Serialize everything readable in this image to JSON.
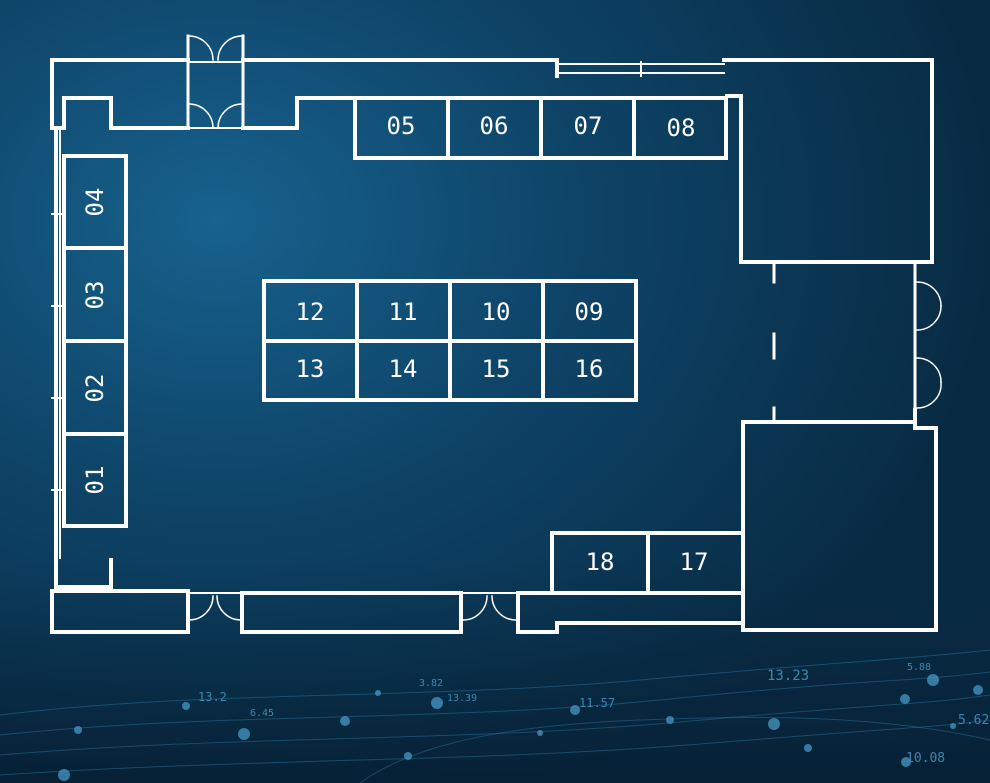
{
  "colors": {
    "background_dark": "#082a42",
    "background_light": "#12577f",
    "walls": "#ffffff",
    "deco": "#3f86ad"
  },
  "booths": [
    {
      "id": "05",
      "label": "05"
    },
    {
      "id": "06",
      "label": "06"
    },
    {
      "id": "07",
      "label": "07"
    },
    {
      "id": "08",
      "label": "08"
    },
    {
      "id": "04",
      "label": "04"
    },
    {
      "id": "03",
      "label": "03"
    },
    {
      "id": "02",
      "label": "02"
    },
    {
      "id": "01",
      "label": "01"
    },
    {
      "id": "12",
      "label": "12"
    },
    {
      "id": "11",
      "label": "11"
    },
    {
      "id": "10",
      "label": "10"
    },
    {
      "id": "09",
      "label": "09"
    },
    {
      "id": "13",
      "label": "13"
    },
    {
      "id": "14",
      "label": "14"
    },
    {
      "id": "15",
      "label": "15"
    },
    {
      "id": "16",
      "label": "16"
    },
    {
      "id": "18",
      "label": "18"
    },
    {
      "id": "17",
      "label": "17"
    }
  ],
  "decorative_numbers": [
    "13.2",
    "6.45",
    "3.82",
    "13.39",
    "11.57",
    "13.23",
    "5.88",
    "5.62",
    "10.08"
  ]
}
